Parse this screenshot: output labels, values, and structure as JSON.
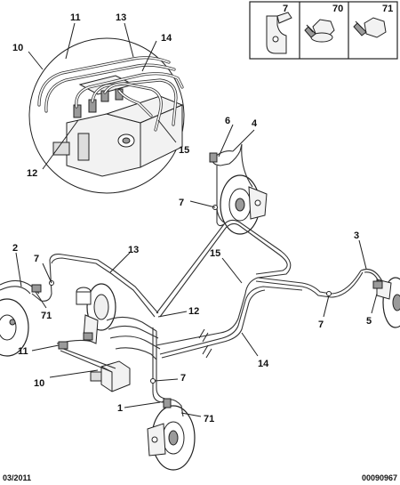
{
  "callouts": {
    "c1": "1",
    "c2": "2",
    "c3": "3",
    "c4": "4",
    "c5": "5",
    "c6": "6",
    "c7a": "7",
    "c7b": "7",
    "c7c": "7",
    "c7d": "7",
    "c10": "10",
    "c11": "11",
    "c12": "12",
    "c13": "13",
    "c14": "14",
    "c15": "15",
    "c71": "71"
  },
  "zoom": {
    "c10": "10",
    "c11": "11",
    "c12": "12",
    "c13": "13",
    "c14": "14",
    "c15": "15"
  },
  "parts_box": {
    "p7": "7",
    "p70": "70",
    "p71": "71"
  },
  "footer": {
    "date": "03/2011",
    "ref": "00090967"
  }
}
